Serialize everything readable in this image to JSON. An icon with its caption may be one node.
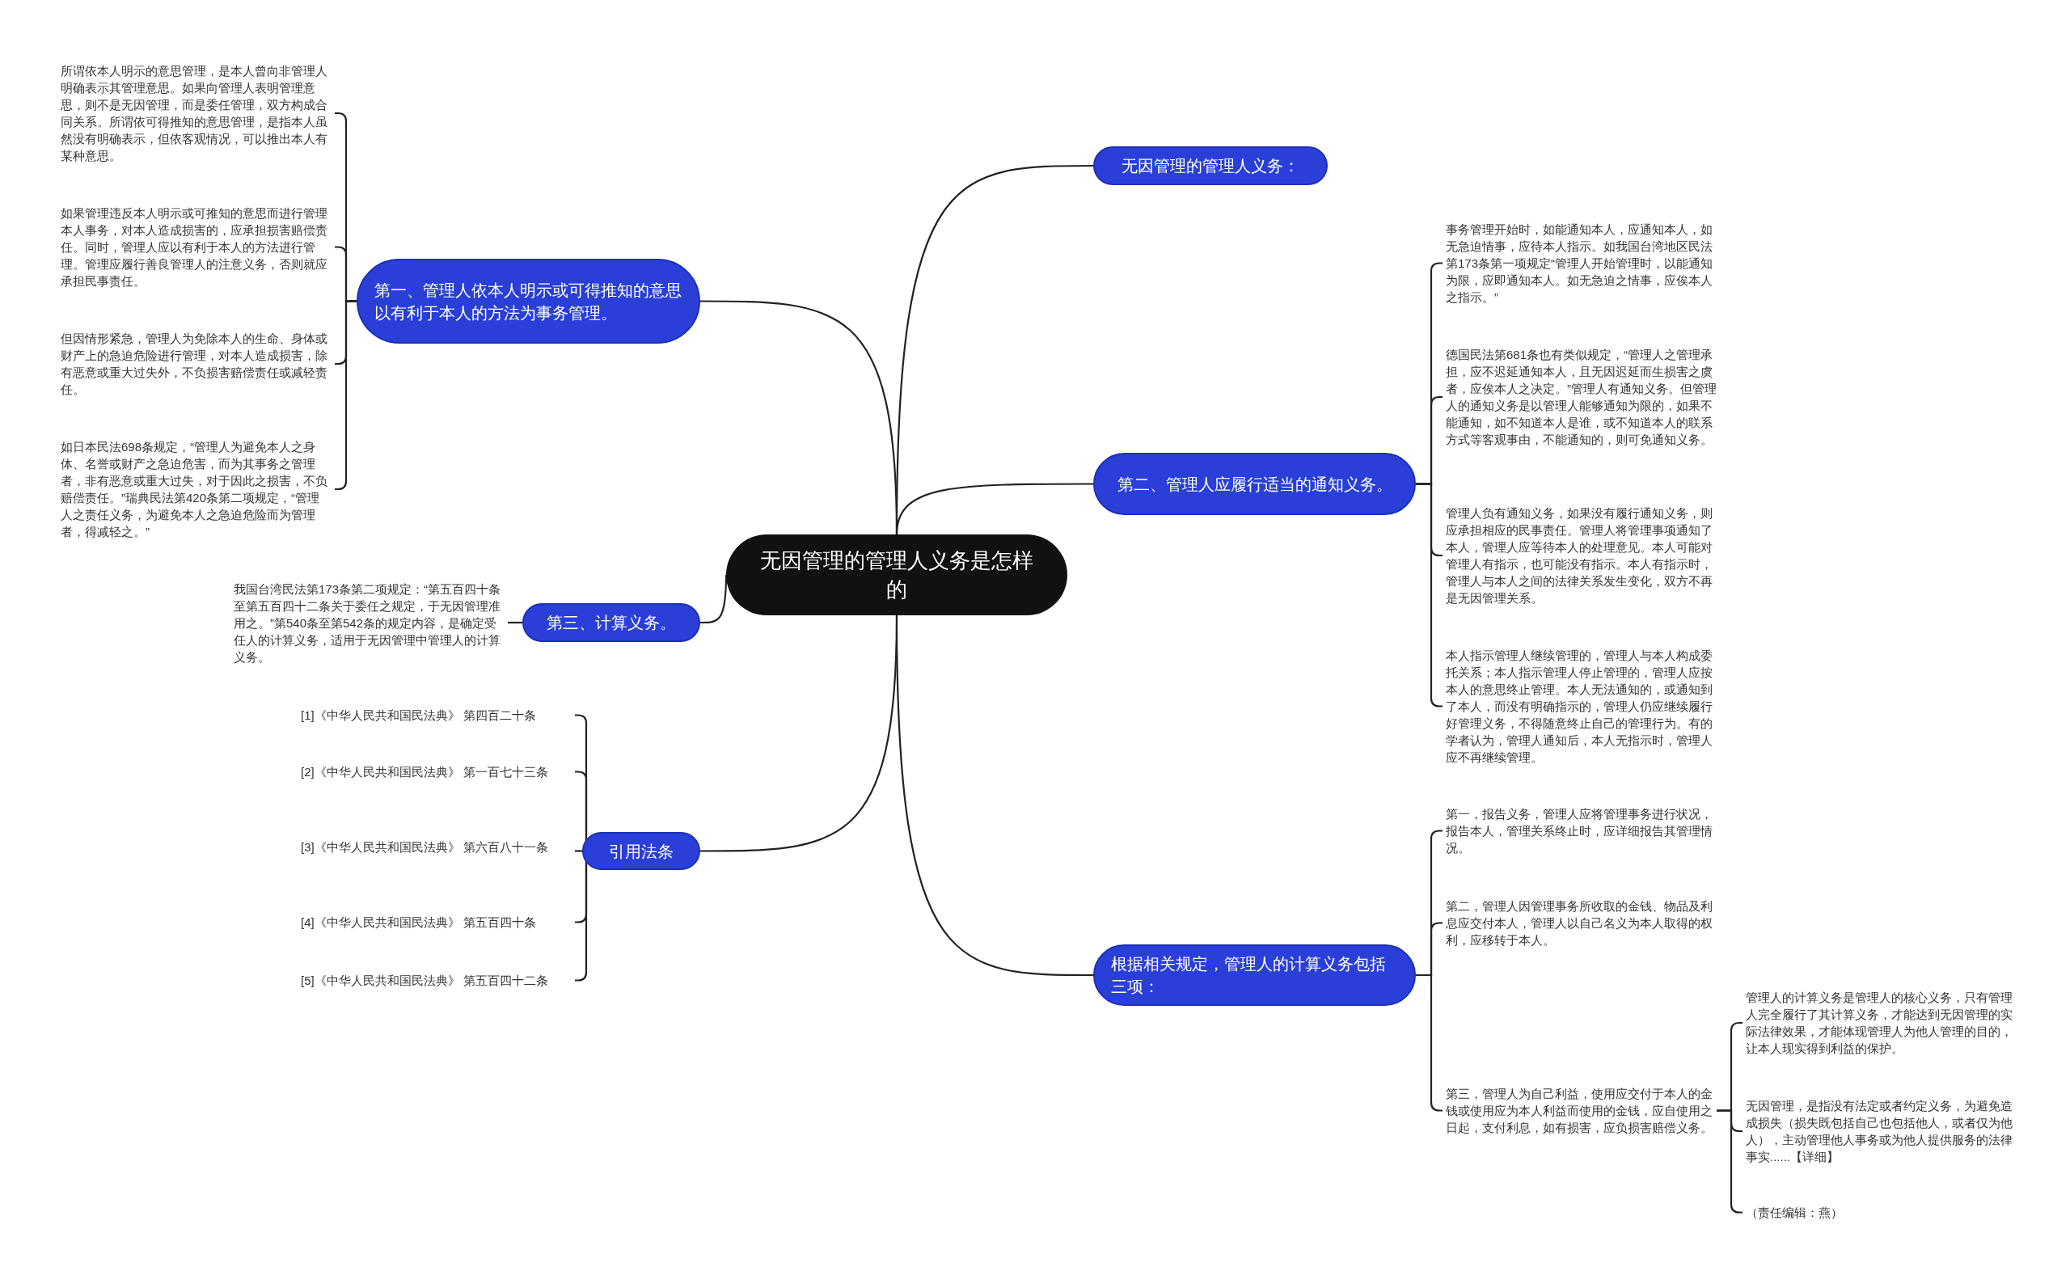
{
  "diagram": {
    "nodes": [
      {
        "text": [
          "无因管理的管理人义务是怎样的"
        ]
      },
      {
        "text": [
          "无因管理的管理人义务："
        ]
      },
      {
        "text": [
          "第一、管理人依本人明示或可得推知的意思以有利于本人的方法为事务管理。"
        ]
      },
      {
        "text": [
          "第二、管理人应履行适当的通知义务。"
        ]
      },
      {
        "text": [
          "第三、计算义务。"
        ]
      },
      {
        "text": [
          "引用法条"
        ]
      },
      {
        "text": [
          "根据相关规定，管理人的计算义务包括三项："
        ]
      },
      {
        "text": [
          "所谓依本人明示的意思管理，是本人曾向非管理人明确表示其管理意思。如果向管理人表明管理意思，则不是无因管理，而是委任管理，双方构成合同关系。所谓依可得推知的意思管理，是指本人虽然没有明确表示，但依客观情况，可以推出本人有某种意思。"
        ]
      },
      {
        "text": [
          "如果管理违反本人明示或可推知的意思而进行管理本人事务，对本人造成损害的，应承担损害赔偿责任。同时，管理人应以有利于本人的方法进行管理。管理应履行善良管理人的注意义务，否则就应承担民事责任。"
        ]
      },
      {
        "text": [
          "但因情形紧急，管理人为免除本人的生命、身体或财产上的急迫危险进行管理，对本人造成损害，除有恶意或重大过失外，不负损害赔偿责任或减轻责任。"
        ]
      },
      {
        "text": [
          "如日本民法698条规定，“管理人为避免本人之身体、名誉或财产之急迫危害，而为其事务之管理者，非有恶意或重大过失，对于因此之损害，不负赔偿责任。”瑞典民法第420条第二项规定，“管理人之责任义务，为避免本人之急迫危险而为管理者，得减轻之。”"
        ]
      },
      {
        "text": [
          "我国台湾民法第173条第二项规定：“第五百四十条至第五百四十二条关于委任之规定，于无因管理准用之。”第540条至第542条的规定内容，是确定受任人的计算义务，适用于无因管理中管理人的计算义务。"
        ]
      },
      {
        "text": [
          "[1]《中华人民共和国民法典》 第四百二十条"
        ]
      },
      {
        "text": [
          "[2]《中华人民共和国民法典》 第一百七十三条"
        ]
      },
      {
        "text": [
          "[3]《中华人民共和国民法典》 第六百八十一条"
        ]
      },
      {
        "text": [
          "[4]《中华人民共和国民法典》 第五百四十条"
        ]
      },
      {
        "text": [
          "[5]《中华人民共和国民法典》 第五百四十二条"
        ]
      },
      {
        "text": [
          "事务管理开始时，如能通知本人，应通知本人，如无急迫情事，应待本人指示。如我国台湾地区民法第173条第一项规定“管理人开始管理时，以能通知为限，应即通知本人。如无急迫之情事，应俟本人之指示。”"
        ]
      },
      {
        "text": [
          "德国民法第681条也有类似规定，“管理人之管理承担，应不迟延通知本人，且无因迟延而生损害之虞者，应俟本人之决定。”管理人有通知义务。但管理人的通知义务是以管理人能够通知为限的，如果不能通知，如不知道本人是谁，或不知道本人的联系方式等客观事由，不能通知的，则可免通知义务。"
        ]
      },
      {
        "text": [
          "管理人负有通知义务，如果没有履行通知义务，则应承担相应的民事责任。管理人将管理事项通知了本人，管理人应等待本人的处理意见。本人可能对管理人有指示，也可能没有指示。本人有指示时，管理人与本人之间的法律关系发生变化，双方不再是无因管理关系。"
        ]
      },
      {
        "text": [
          "本人指示管理人继续管理的，管理人与本人构成委托关系；本人指示管理人停止管理的，管理人应按本人的意思终止管理。本人无法通知的，或通知到了本人，而没有明确指示的，管理人仍应继续履行好管理义务，不得随意终止自己的管理行为。有的学者认为，管理人通知后，本人无指示时，管理人应不再继续管理。"
        ]
      },
      {
        "text": [
          "第一，报告义务，管理人应将管理事务进行状况，报告本人，管理关系终止时，应详细报告其管理情况。"
        ]
      },
      {
        "text": [
          "第二，管理人因管理事务所收取的金钱、物品及利息应交付本人，管理人以自己名义为本人取得的权利，应移转于本人。"
        ]
      },
      {
        "text": [
          "第三，管理人为自己利益，使用应交付于本人的金钱或使用应为本人利益而使用的金钱，应自使用之日起，支付利息，如有损害，应负损害赔偿义务。"
        ]
      },
      {
        "text": [
          "管理人的计算义务是管理人的核心义务，只有管理人完全履行了其计算义务，才能达到无因管理的实际法律效果，才能体现管理人为他人管理的目的，让本人现实得到利益的保护。"
        ]
      },
      {
        "text": [
          "无因管理，是指没有法定或者约定义务，为避免造成损失（损失既包括自己也包括他人，或者仅为他人），主动管理他人事务或为他人提供服务的法律事实......【详细】"
        ]
      },
      {
        "text": [
          "（责任编辑：燕）"
        ]
      }
    ],
    "edges": [
      {
        "from": 0,
        "to": 1,
        "arrow": "none"
      },
      {
        "from": 0,
        "to": 2,
        "arrow": "none"
      },
      {
        "from": 0,
        "to": 3,
        "arrow": "none"
      },
      {
        "from": 0,
        "to": 4,
        "arrow": "none"
      },
      {
        "from": 0,
        "to": 5,
        "arrow": "none"
      },
      {
        "from": 0,
        "to": 6,
        "arrow": "none"
      },
      {
        "from": 2,
        "to": 7,
        "arrow": "none"
      },
      {
        "from": 2,
        "to": 8,
        "arrow": "none"
      },
      {
        "from": 2,
        "to": 9,
        "arrow": "none"
      },
      {
        "from": 2,
        "to": 10,
        "arrow": "none"
      },
      {
        "from": 4,
        "to": 11,
        "arrow": "none"
      },
      {
        "from": 5,
        "to": 12,
        "arrow": "none"
      },
      {
        "from": 5,
        "to": 13,
        "arrow": "none"
      },
      {
        "from": 5,
        "to": 14,
        "arrow": "none"
      },
      {
        "from": 5,
        "to": 15,
        "arrow": "none"
      },
      {
        "from": 5,
        "to": 16,
        "arrow": "none"
      },
      {
        "from": 3,
        "to": 17,
        "arrow": "none"
      },
      {
        "from": 3,
        "to": 18,
        "arrow": "none"
      },
      {
        "from": 3,
        "to": 19,
        "arrow": "none"
      },
      {
        "from": 3,
        "to": 20,
        "arrow": "none"
      },
      {
        "from": 6,
        "to": 21,
        "arrow": "none"
      },
      {
        "from": 6,
        "to": 22,
        "arrow": "none"
      },
      {
        "from": 6,
        "to": 23,
        "arrow": "none"
      },
      {
        "from": 23,
        "to": 24,
        "arrow": "none"
      },
      {
        "from": 23,
        "to": 25,
        "arrow": "none"
      },
      {
        "from": 23,
        "to": 26,
        "arrow": "none"
      }
    ]
  }
}
